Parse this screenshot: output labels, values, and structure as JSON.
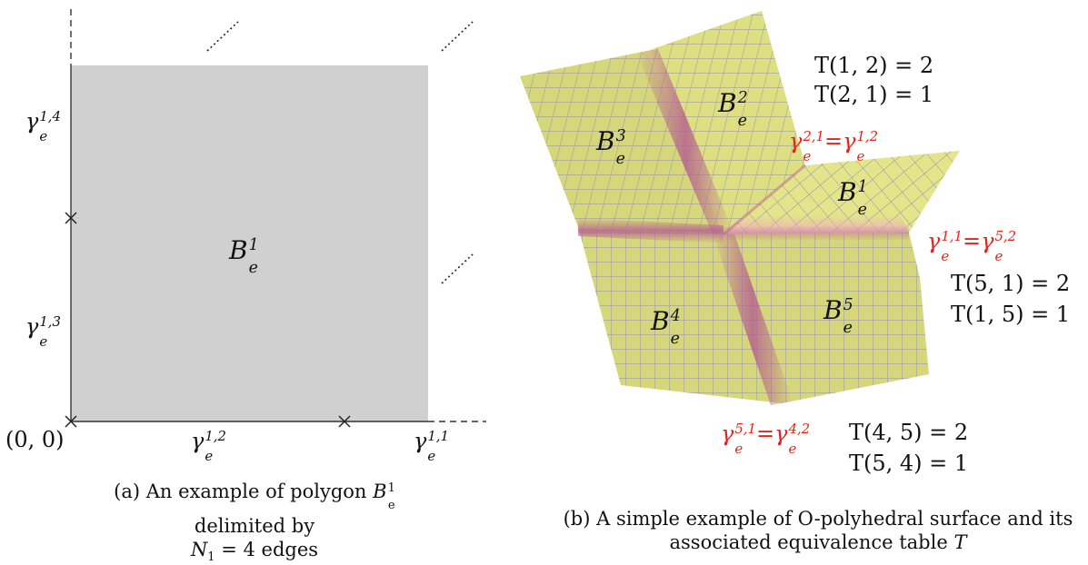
{
  "left_panel": {
    "polygon_label": {
      "base": "B",
      "sub": "e",
      "sup": "1"
    },
    "origin": "(0, 0)",
    "edges": [
      {
        "name": "γ",
        "sub": "e",
        "sup": "1,1"
      },
      {
        "name": "γ",
        "sub": "e",
        "sup": "1,2"
      },
      {
        "name": "γ",
        "sub": "e",
        "sup": "1,3"
      },
      {
        "name": "γ",
        "sub": "e",
        "sup": "1,4"
      }
    ],
    "caption_line1": "(a) An example of polygon",
    "caption_line1_math": "B",
    "caption_line1_sub": "e",
    "caption_line1_sup": "1",
    "caption_line1_tail": "delimited by",
    "caption_line2": "N",
    "caption_line2_sub": "1",
    "caption_line2_tail": " = 4 edges",
    "colors": {
      "polygon_fill": "#d0d0d0",
      "axis": "#333333"
    }
  },
  "right_panel": {
    "patches": [
      {
        "base": "B",
        "sub": "e",
        "sup": "1"
      },
      {
        "base": "B",
        "sub": "e",
        "sup": "2"
      },
      {
        "base": "B",
        "sub": "e",
        "sup": "3"
      },
      {
        "base": "B",
        "sub": "e",
        "sup": "4"
      },
      {
        "base": "B",
        "sub": "e",
        "sup": "5"
      }
    ],
    "equivalences": [
      {
        "lhs_sup": "2,1",
        "rhs_sup": "1,2"
      },
      {
        "lhs_sup": "1,1",
        "rhs_sup": "5,2"
      },
      {
        "lhs_sup": "5,1",
        "rhs_sup": "4,2"
      }
    ],
    "table_entries": [
      {
        "text": "T(1, 2) = 2"
      },
      {
        "text": "T(2, 1) = 1"
      },
      {
        "text": "T(5, 1) = 2"
      },
      {
        "text": "T(1, 5) = 1"
      },
      {
        "text": "T(4, 5) = 2"
      },
      {
        "text": "T(5, 4) = 1"
      }
    ],
    "caption_line1": "(b) A simple example of O-polyhedral surface and its",
    "caption_line2": "associated equivalence table",
    "caption_line2_math": "T",
    "colors": {
      "surface": "#d6d77a",
      "surface_light": "#e4e58a",
      "grid": "#8c8cb4",
      "seam": "#b6628e",
      "highlight": "#f0a6c0",
      "red_label": "#e8221b"
    }
  }
}
